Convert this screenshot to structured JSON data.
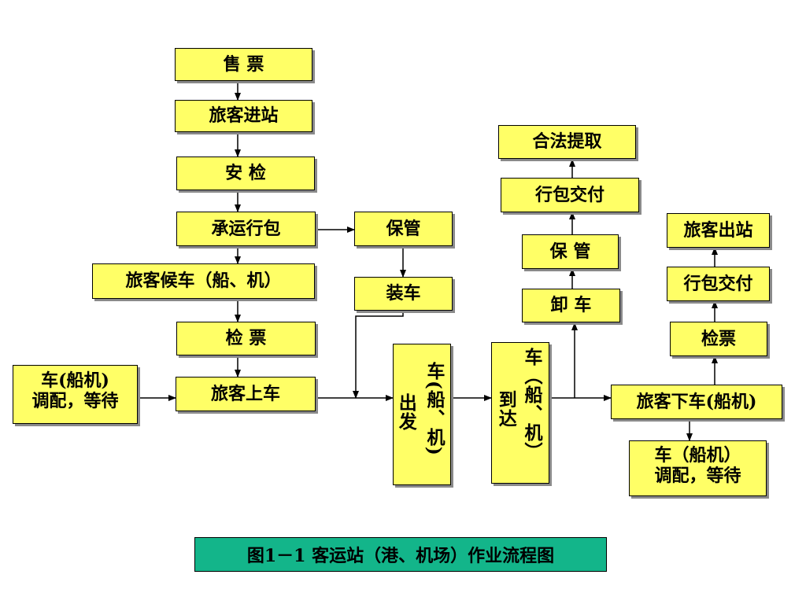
{
  "nodes": {
    "sell_ticket": "售 票",
    "enter_station": "旅客进站",
    "security_check": "安 检",
    "accept_baggage": "承运行包",
    "store_left": "保管",
    "wait": "旅客候车（船、机）",
    "load": "装车",
    "check_ticket": "检 票",
    "vehicle_dispatch_line1": "车(船机)",
    "vehicle_dispatch_line2": "调配，等待",
    "board": "旅客上车",
    "depart_line1": "车(船、机)",
    "depart_line2": "出发",
    "arrive_line1": "车（船、机）",
    "arrive_line2": "到达",
    "unload": "卸 车",
    "store_right": "保 管",
    "deliver_baggage_mid": "行包交付",
    "legal_pickup": "合法提取",
    "alight": "旅客下车(船机)",
    "check_ticket_right": "检票",
    "deliver_baggage_right": "行包交付",
    "exit_station": "旅客出站",
    "vehicle_dispatch_right_line1": "车（船机）",
    "vehicle_dispatch_right_line2": "调配，等待"
  },
  "caption": "图1－1 客运站（港、机场）作业流程图",
  "colors": {
    "box_fill": "#ffff66",
    "caption_fill": "#13b58a",
    "shadow": "#8a8a8a"
  }
}
